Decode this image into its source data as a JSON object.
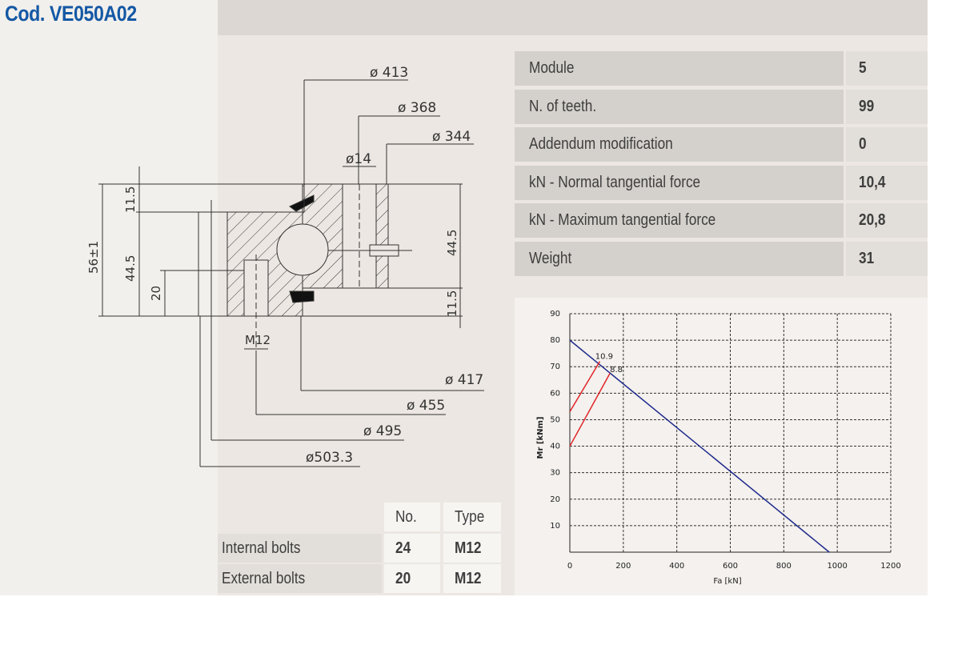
{
  "title": "Cod. VE050A02",
  "dimensions": {
    "d413": "ø 413",
    "d368": "ø 368",
    "d344": "ø 344",
    "d14": "ø14",
    "d417": "ø 417",
    "d455": "ø 455",
    "d495": "ø 495",
    "d5033": "ø503.3",
    "h11_5_top": "11.5",
    "h44_5_left": "44.5",
    "h56": "56±1",
    "h20": "20",
    "h44_5_right": "44.5",
    "h11_5_bottom": "11.5",
    "m12": "M12"
  },
  "specs": [
    {
      "label": "Module",
      "value": "5"
    },
    {
      "label": "N. of teeth.",
      "value": "99"
    },
    {
      "label": "Addendum modification",
      "value": "0"
    },
    {
      "label": "kN - Normal tangential force",
      "value": "10,4"
    },
    {
      "label": "kN - Maximum tangential force",
      "value": "20,8"
    },
    {
      "label": "Weight",
      "value": "31"
    }
  ],
  "bolts": {
    "headers": [
      "No.",
      "Type"
    ],
    "rows": [
      {
        "label": "Internal bolts",
        "no": "24",
        "type": "M12"
      },
      {
        "label": "External bolts",
        "no": "20",
        "type": "M12"
      }
    ]
  },
  "chart_data": {
    "type": "line",
    "xlabel": "Fa [kN]",
    "ylabel": "Mr [kNm]",
    "xlim": [
      0,
      1200
    ],
    "ylim": [
      0,
      90
    ],
    "xticks": [
      0,
      200,
      400,
      600,
      800,
      1000,
      1200
    ],
    "yticks": [
      10,
      20,
      30,
      40,
      50,
      60,
      70,
      80,
      90
    ],
    "grid": true,
    "series": [
      {
        "name": "",
        "color": "#1f2a8c",
        "x": [
          0,
          970
        ],
        "y": [
          80,
          0
        ]
      },
      {
        "name": "10.9",
        "color": "#e0262a",
        "x": [
          0,
          112
        ],
        "y": [
          53,
          72
        ]
      },
      {
        "name": "8.8",
        "color": "#e0262a",
        "x": [
          0,
          150
        ],
        "y": [
          40,
          67.5
        ]
      }
    ],
    "annotations": [
      {
        "text": "10.9",
        "x": 95,
        "y": 73
      },
      {
        "text": "8.8",
        "x": 150,
        "y": 68
      }
    ]
  }
}
